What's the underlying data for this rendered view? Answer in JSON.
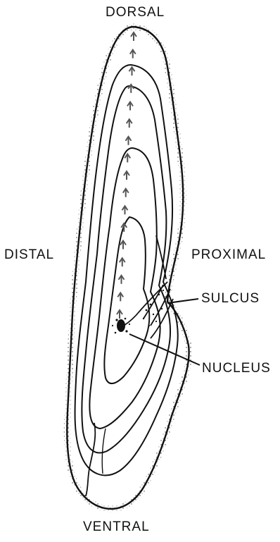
{
  "labels": {
    "dorsal": "DORSAL",
    "ventral": "VENTRAL",
    "distal": "DISTAL",
    "proximal": "PROXIMAL",
    "sulcus": "SULCUS",
    "nucleus": "NUCLEUS"
  },
  "colors": {
    "ink": "#111111",
    "arrow": "#555555",
    "background": "#ffffff"
  }
}
